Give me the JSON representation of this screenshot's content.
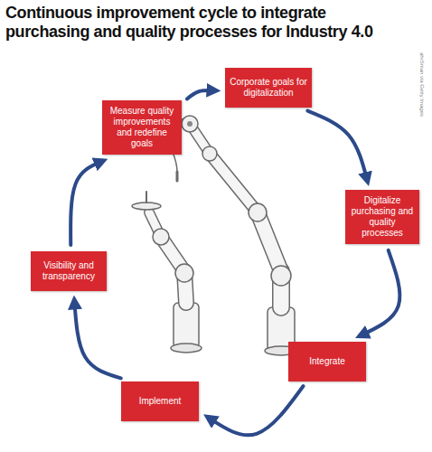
{
  "diagram": {
    "title": "Continuous improvement cycle to integrate purchasing and quality processes for Industry 4.0",
    "nodes": [
      {
        "text": [
          "Corporate goals for digitalization"
        ]
      },
      {
        "text": [
          "Digitalize purchasing and quality processes"
        ]
      },
      {
        "text": [
          "Integrate"
        ]
      },
      {
        "text": [
          "Implement"
        ]
      },
      {
        "text": [
          "Visibility and transparency"
        ]
      },
      {
        "text": [
          "Measure quality improvements and redefine goals"
        ]
      }
    ],
    "edges": [
      {
        "from": 0,
        "to": 1,
        "arrow": "to"
      },
      {
        "from": 1,
        "to": 2,
        "arrow": "to"
      },
      {
        "from": 2,
        "to": 3,
        "arrow": "to"
      },
      {
        "from": 3,
        "to": 4,
        "arrow": "to"
      },
      {
        "from": 4,
        "to": 5,
        "arrow": "to"
      },
      {
        "from": 5,
        "to": 0,
        "arrow": "to"
      }
    ],
    "labels": [
      "ahrSman via Getty Images"
    ]
  }
}
